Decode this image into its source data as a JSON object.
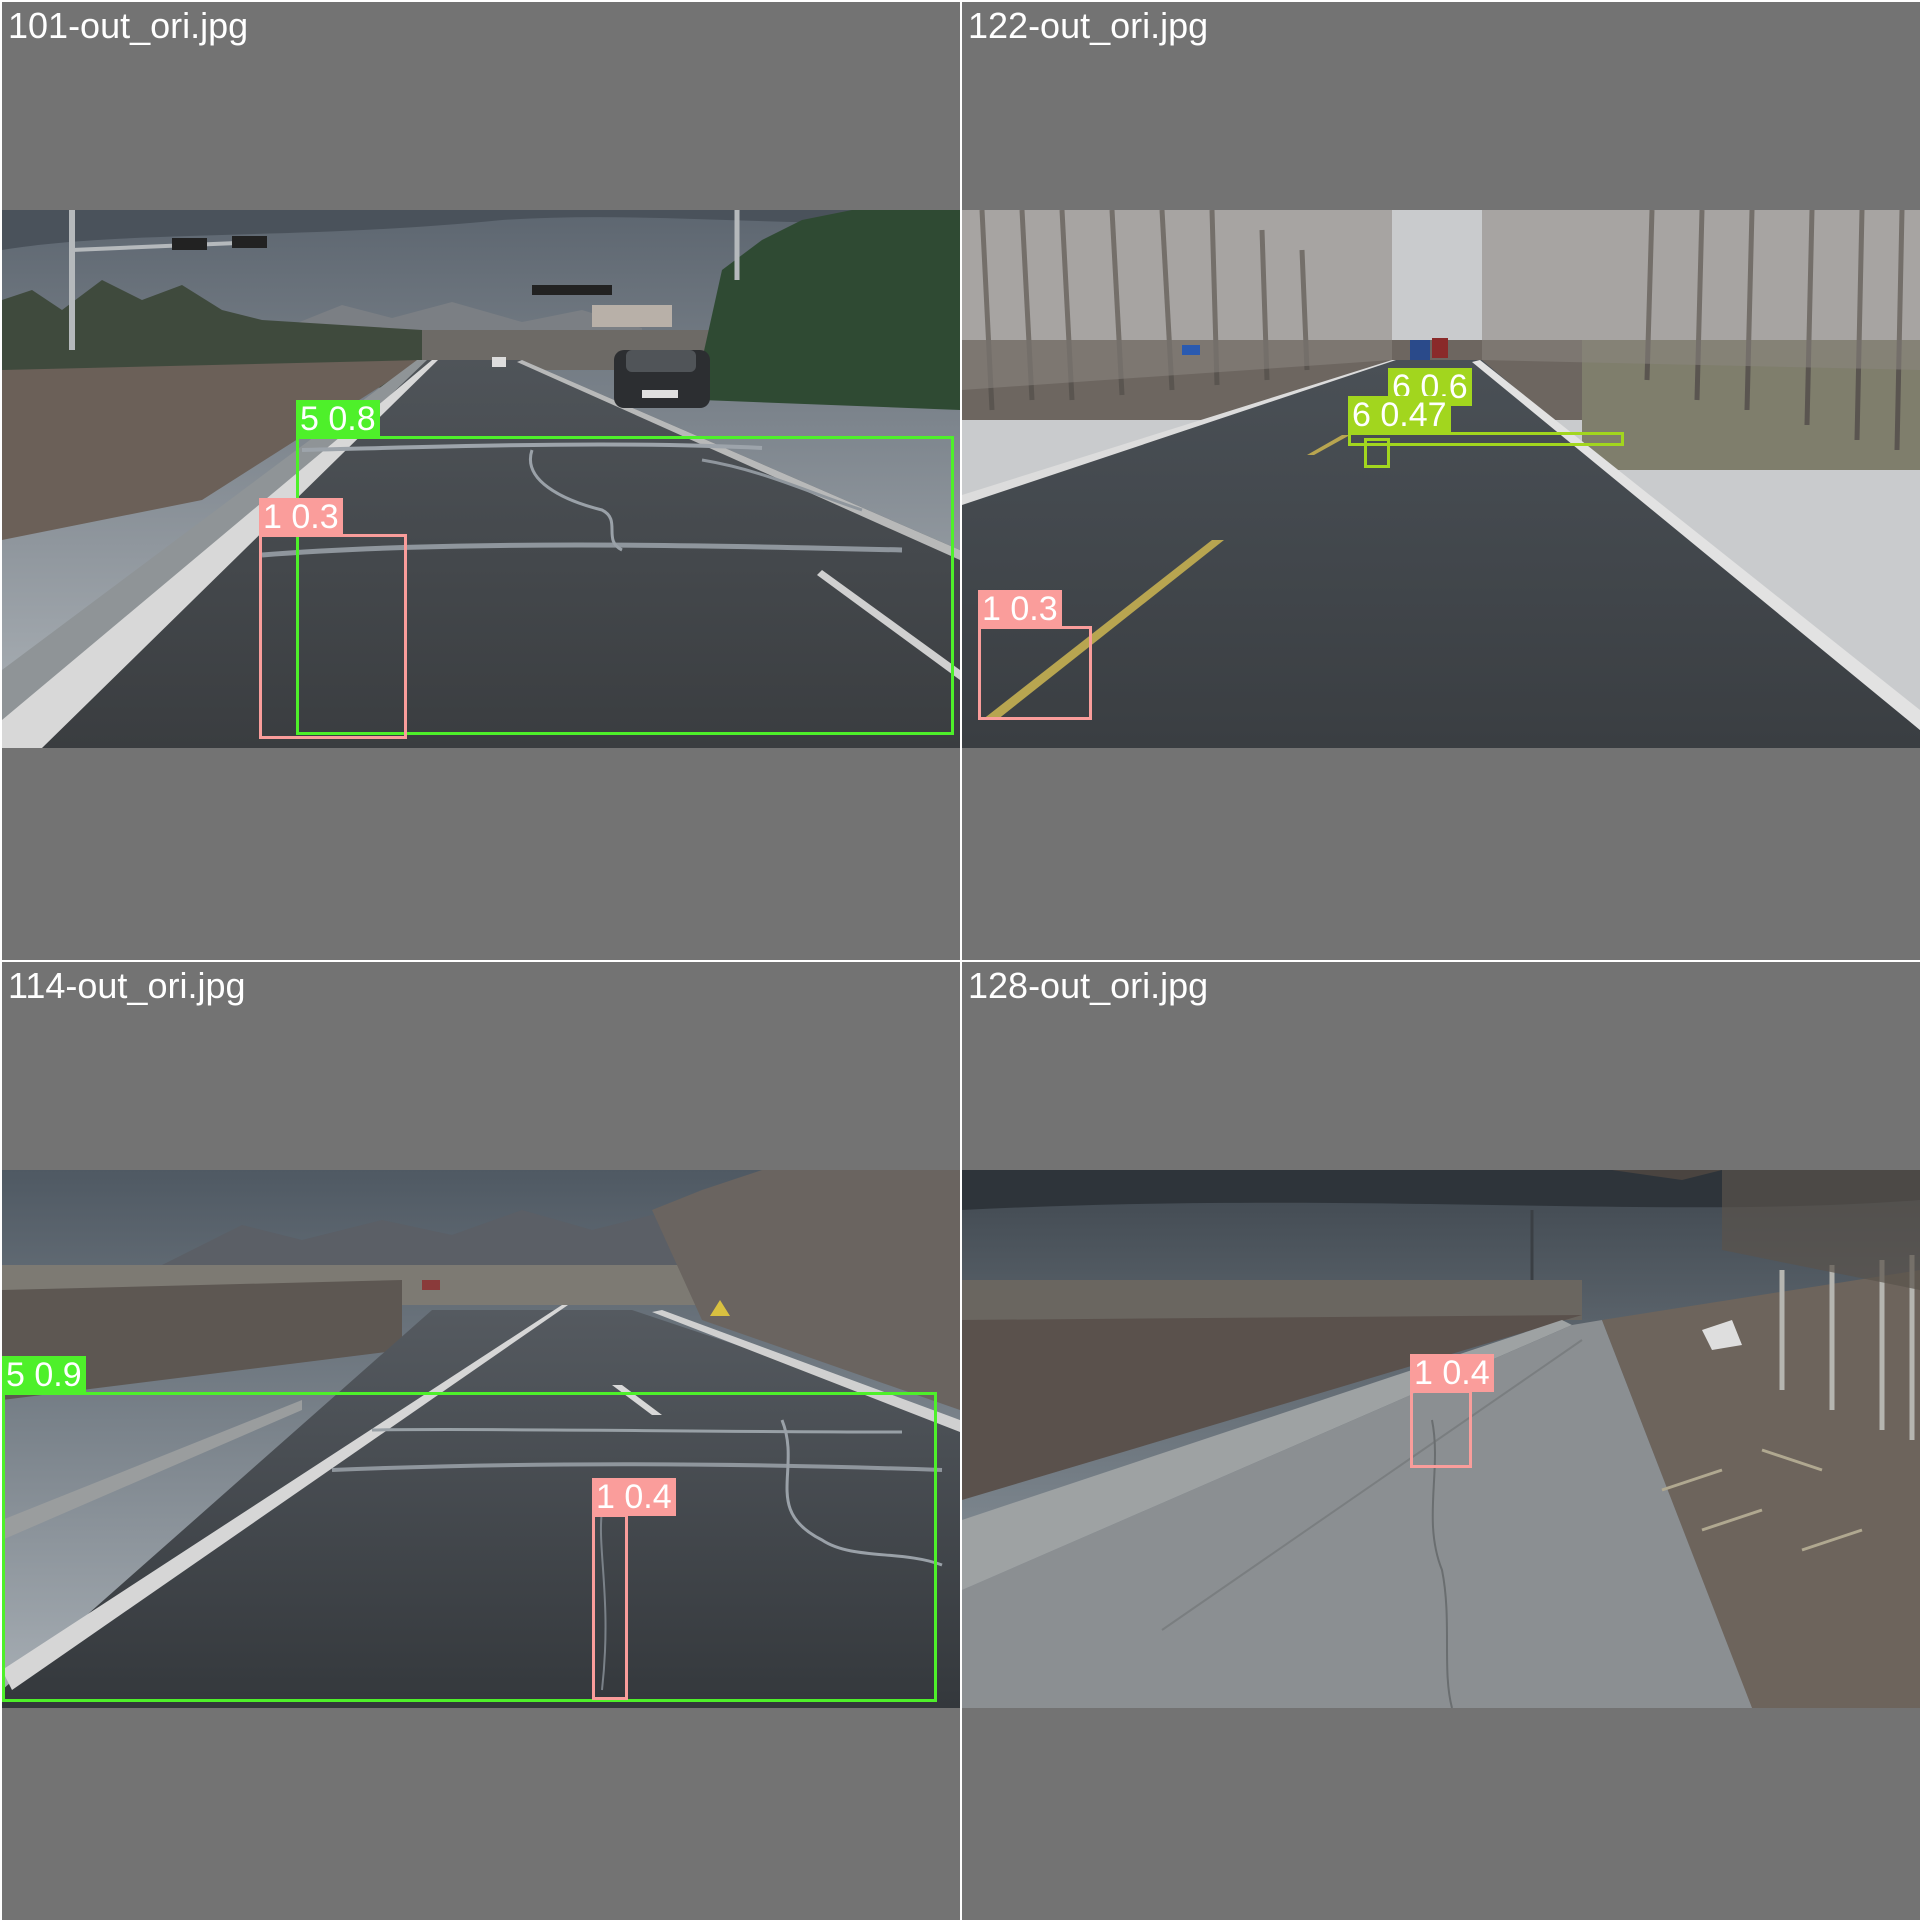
{
  "colors": {
    "class_1": "#fa9d9b",
    "class_5": "#4ef02a",
    "class_6": "#a2d61e",
    "tile_background": "#737373"
  },
  "tiles": [
    {
      "title": "101-out_ori.jpg",
      "scene": "highway with traffic lights, car ahead, cracked asphalt",
      "detections": [
        {
          "label": "5 0.8",
          "class": "5"
        },
        {
          "label": "1 0.3",
          "class": "1"
        }
      ]
    },
    {
      "title": "122-out_ori.jpg",
      "scene": "tree-lined road with trucks in distance",
      "detections": [
        {
          "label": "6 0.6",
          "class": "6"
        },
        {
          "label": "6 0.47",
          "class": "6"
        },
        {
          "label": "1 0.3",
          "class": "1"
        }
      ]
    },
    {
      "title": "114-out_ori.jpg",
      "scene": "curving road with mountains, cracked asphalt",
      "detections": [
        {
          "label": "5 0.9",
          "class": "5"
        },
        {
          "label": "1 0.4",
          "class": "1"
        }
      ]
    },
    {
      "title": "128-out_ori.jpg",
      "scene": "rural concrete lane beside a field and fence",
      "detections": [
        {
          "label": "1 0.4",
          "class": "1"
        }
      ]
    }
  ]
}
